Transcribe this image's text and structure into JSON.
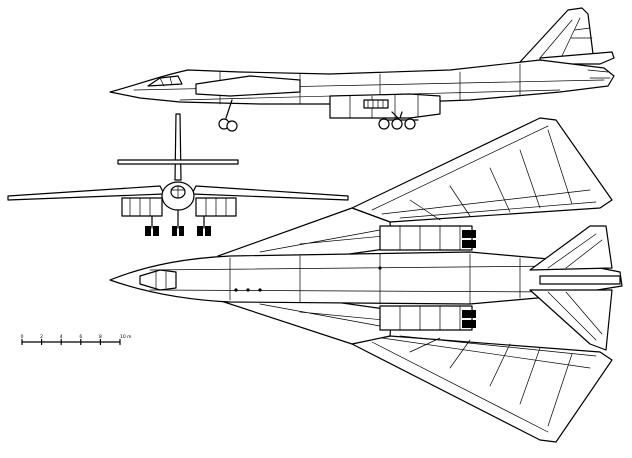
{
  "views": [
    "side-view",
    "front-view",
    "top-view"
  ],
  "scale_bar": {
    "ticks": [
      "0",
      "2",
      "4",
      "6",
      "8",
      "10 m"
    ],
    "segments": 5
  },
  "colors": {
    "ink": "#000000",
    "paper": "#ffffff"
  }
}
